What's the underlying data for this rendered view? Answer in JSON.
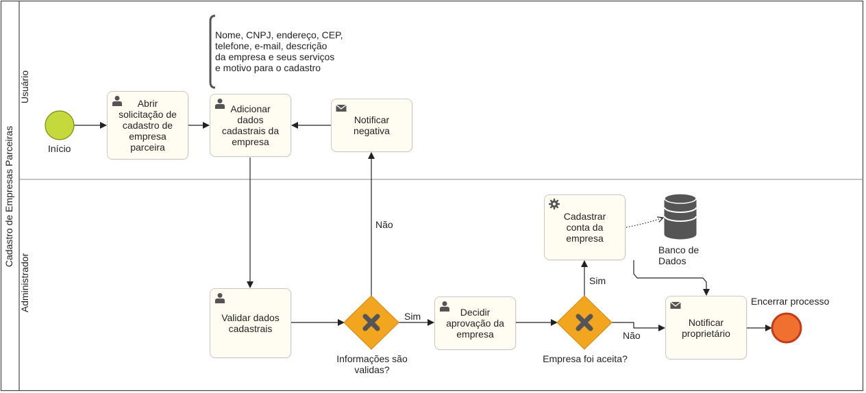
{
  "pool": {
    "name": "Cadastro de Empresas Parceiras"
  },
  "lanes": {
    "top": "Usuário",
    "bottom": "Administrador"
  },
  "events": {
    "start": {
      "label": "Início"
    },
    "end": {
      "label": "Encerrar processo"
    }
  },
  "tasks": {
    "abrir": {
      "label": "Abrir\nsolicitação de\ncadastro de\nempresa\nparceira",
      "type": "user"
    },
    "adicionar": {
      "label": "Adicionar\ndados\ncadastrais da\nempresa",
      "type": "user"
    },
    "notificar_negativa": {
      "label": "Notificar\nnegativa",
      "type": "send"
    },
    "validar": {
      "label": "Validar dados\ncadastrais",
      "type": "user"
    },
    "decidir": {
      "label": "Decidir\naprovação da\nempresa",
      "type": "user"
    },
    "cadastrar": {
      "label": "Cadastrar\nconta da\nempresa",
      "type": "service"
    },
    "notificar_proprietario": {
      "label": "Notificar\nproprietário",
      "type": "send"
    }
  },
  "gateways": {
    "informacoes": {
      "label": "Informações são\nvalidas?"
    },
    "aceita": {
      "label": "Empresa foi aceita?"
    }
  },
  "annotation": {
    "text": "Nome, CNPJ, endereço, CEP,\ntelefone, e-mail, descrição\nda empresa e seus serviços\ne motivo para o cadastro"
  },
  "datastore": {
    "label": "Banco de\nDados"
  },
  "flow_labels": {
    "nao_1": "Não",
    "sim_1": "Sim",
    "sim_2": "Sim",
    "nao_2": "Não"
  },
  "colors": {
    "start_fill": "#c5d93c",
    "start_stroke": "#7a8a10",
    "end_fill": "#f07030",
    "end_stroke": "#c23b1a",
    "gateway_fill": "#f2a51f",
    "gateway_stroke": "#d98c10",
    "gateway_mark": "#555555",
    "task_fill": "#fffdf2",
    "icon": "#555555",
    "datastore": "#555555",
    "line": "#222222"
  },
  "icons": {
    "user": "user-icon",
    "send": "envelope-icon",
    "service": "gear-icon",
    "gateway": "exclusive-x-icon",
    "datastore": "database-icon"
  }
}
